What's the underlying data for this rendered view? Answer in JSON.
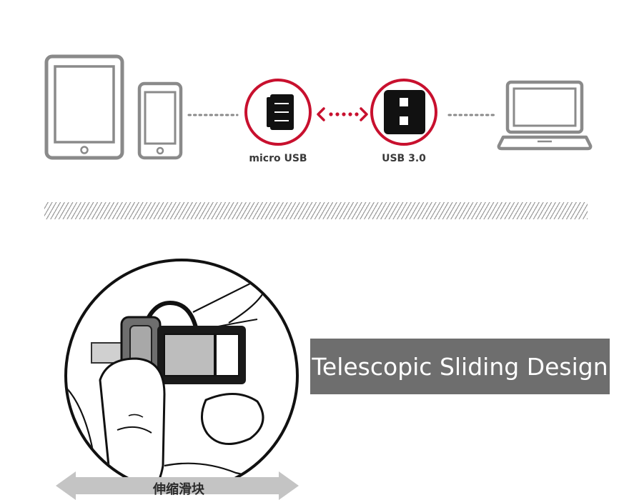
{
  "connectivity": {
    "devices": [
      "tablet-icon",
      "phone-icon",
      "laptop-icon"
    ],
    "connectors": {
      "micro_label": "micro USB",
      "usb3_label": "USB 3.0"
    },
    "accent_color": "#c8102e",
    "icon_color": "#8a8a8a"
  },
  "feature": {
    "caption": "Telescopic Sliding Design",
    "caption_bg": "#6e6e6e",
    "slider_label": "伸缩滑块"
  }
}
